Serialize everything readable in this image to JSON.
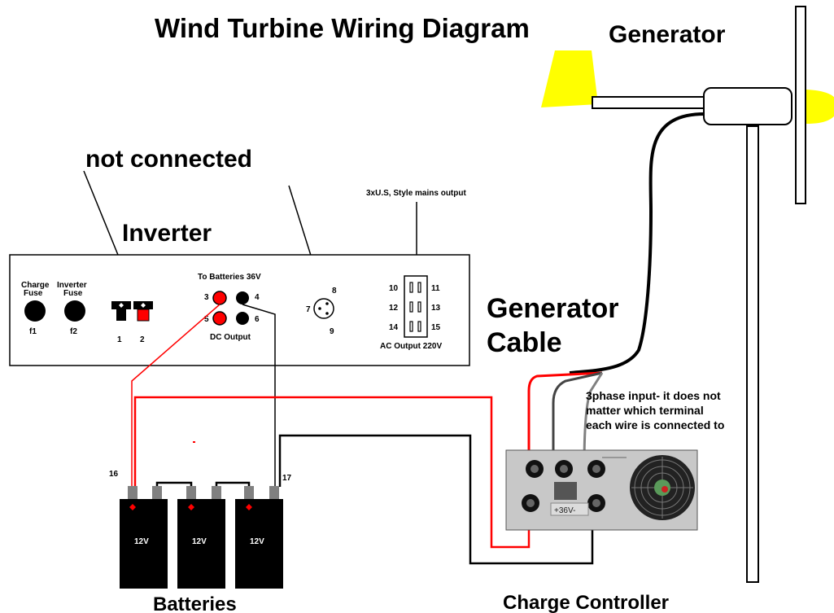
{
  "title": "Wind Turbine Wiring Diagram",
  "labels": {
    "generator": "Generator",
    "not_connected": "not connected",
    "inverter": "Inverter",
    "mains_output": "3xU.S, Style mains output",
    "generator_cable_1": "Generator",
    "generator_cable_2": "Cable",
    "phase_note_1": "3phase input- it does not",
    "phase_note_2": "matter which terminal",
    "phase_note_3": "each wire is connected to",
    "batteries": "Batteries",
    "charge_controller": "Charge Controller"
  },
  "inverter_panel": {
    "charge_fuse_1": "Charge",
    "charge_fuse_2": "Fuse",
    "inverter_fuse_1": "Inverter",
    "inverter_fuse_2": "Fuse",
    "f1": "f1",
    "f2": "f2",
    "t1": "1",
    "t2": "2",
    "to_batteries": "To Batteries 36V",
    "n3": "3",
    "n4": "4",
    "n5": "5",
    "n6": "6",
    "dc_output": "DC Output",
    "n7": "7",
    "n8": "8",
    "n9": "9",
    "n10": "10",
    "n11": "11",
    "n12": "12",
    "n13": "13",
    "n14": "14",
    "n15": "15",
    "ac_output": "AC Output 220V"
  },
  "battery_bank": {
    "n16": "16",
    "n17": "17",
    "cell_labels": [
      "12V",
      "12V",
      "12V"
    ]
  },
  "controller_panel": {
    "voltage_label": "+36V-"
  },
  "colors": {
    "wire_red": "#ff0000",
    "wire_black": "#000000",
    "wire_gray": "#808080",
    "blade_yellow": "#ffff00",
    "controller_face": "#c8c8c8"
  }
}
